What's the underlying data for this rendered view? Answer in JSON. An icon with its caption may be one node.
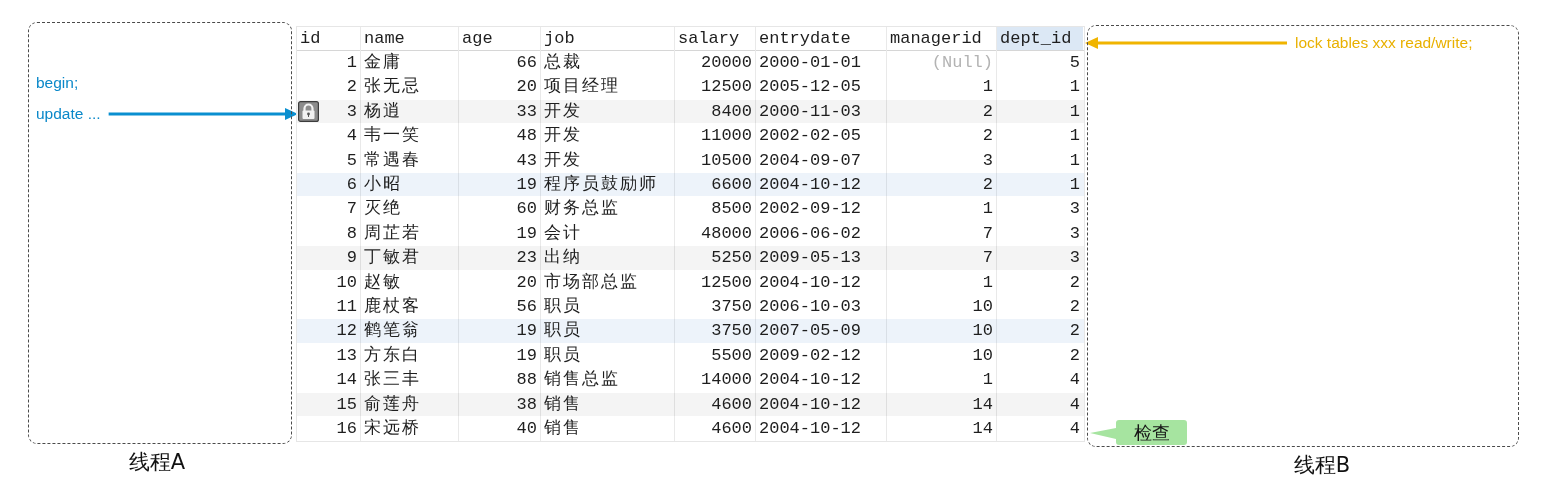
{
  "diagram": {
    "nodes": [
      {
        "text": [
          "线程A",
          "begin;"
        ]
      },
      {
        "text": [
          "update ..."
        ],
        "in": 0
      },
      {
        "text": [],
        "shape": "table"
      },
      {
        "text": [],
        "shape": "lock",
        "in": 2
      },
      {
        "text": [
          "线程B"
        ]
      },
      {
        "text": [
          "lock tables xxx read/write;"
        ],
        "in": 4
      },
      {
        "text": [
          "检查"
        ],
        "in": 4
      }
    ],
    "edges": [
      {
        "from": 1,
        "to": 3,
        "arrow": "to",
        "color": "#0a8fd0"
      },
      {
        "from": 5,
        "to": 2,
        "arrow": "to",
        "color": "#f0b400"
      }
    ],
    "labels": [
      "id",
      "name",
      "age",
      "job",
      "salary",
      "entrydate",
      "managerid",
      "dept_id",
      "1",
      "金庸",
      "66",
      "总裁",
      "20000",
      "2000-01-01",
      "(Null)",
      "5",
      "2",
      "张无忌",
      "20",
      "项目经理",
      "12500",
      "2005-12-05",
      "1",
      "1",
      "3",
      "杨逍",
      "33",
      "开发",
      "8400",
      "2000-11-03",
      "2",
      "1",
      "4",
      "韦一笑",
      "48",
      "开发",
      "11000",
      "2002-02-05",
      "2",
      "1",
      "5",
      "常遇春",
      "43",
      "开发",
      "10500",
      "2004-09-07",
      "3",
      "1",
      "6",
      "小昭",
      "19",
      "程序员鼓励师",
      "6600",
      "2004-10-12",
      "2",
      "1",
      "7",
      "灭绝",
      "60",
      "财务总监",
      "8500",
      "2002-09-12",
      "1",
      "3",
      "8",
      "周芷若",
      "19",
      "会计",
      "48000",
      "2006-06-02",
      "7",
      "3",
      "9",
      "丁敏君",
      "23",
      "出纳",
      "5250",
      "2009-05-13",
      "7",
      "3",
      "10",
      "赵敏",
      "20",
      "市场部总监",
      "12500",
      "2004-10-12",
      "1",
      "2",
      "11",
      "鹿杖客",
      "56",
      "职员",
      "3750",
      "2006-10-03",
      "10",
      "2",
      "12",
      "鹤笔翁",
      "19",
      "职员",
      "3750",
      "2007-05-09",
      "10",
      "2",
      "13",
      "方东白",
      "19",
      "职员",
      "5500",
      "2009-02-12",
      "10",
      "2",
      "14",
      "张三丰",
      "88",
      "销售总监",
      "14000",
      "2004-10-12",
      "1",
      "4",
      "15",
      "俞莲舟",
      "38",
      "销售",
      "4600",
      "2004-10-12",
      "14",
      "4",
      "16",
      "宋远桥",
      "40",
      "销售",
      "4600",
      "2004-10-12",
      "14",
      "4"
    ]
  }
}
